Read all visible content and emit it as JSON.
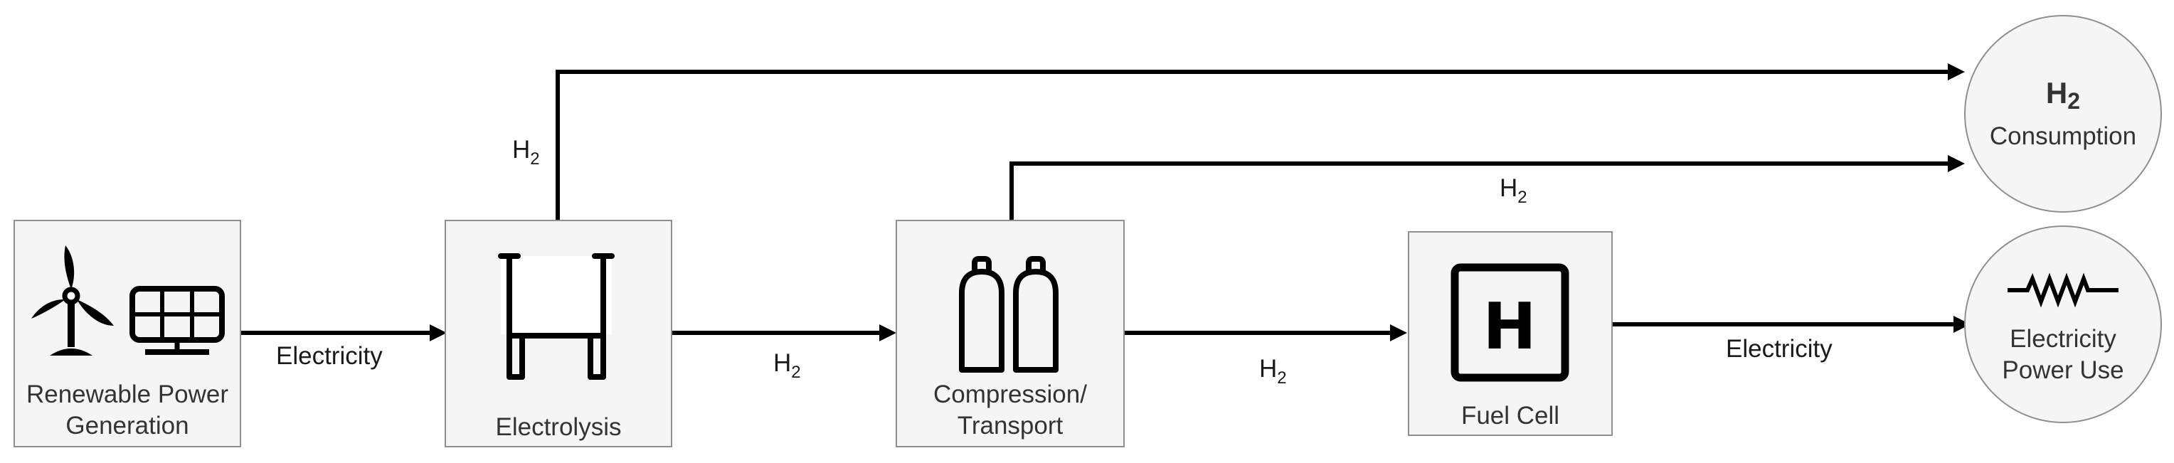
{
  "nodes": {
    "renewable": {
      "label_line1": "Renewable Power",
      "label_line2": "Generation",
      "icon": "wind-turbine-and-solar-panel"
    },
    "electrolysis": {
      "label": "Electrolysis",
      "icon": "electrolyzer"
    },
    "compression": {
      "label_line1": "Compression/",
      "label_line2": "Transport",
      "icon": "gas-cylinders"
    },
    "fuel_cell": {
      "label": "Fuel Cell",
      "icon": "fuel-cell-h",
      "icon_letter": "H"
    },
    "h2_consumption": {
      "formula_main": "H",
      "formula_sub": "2",
      "label": "Consumption"
    },
    "electricity_use": {
      "label_line1": "Electricity",
      "label_line2": "Power Use",
      "icon": "resistor"
    }
  },
  "edges": [
    {
      "id": "renewable-to-electrolysis",
      "label": "Electricity"
    },
    {
      "id": "electrolysis-to-compression",
      "label_main": "H",
      "label_sub": "2"
    },
    {
      "id": "compression-to-fuelcell",
      "label_main": "H",
      "label_sub": "2"
    },
    {
      "id": "fuelcell-to-electricity-use",
      "label": "Electricity"
    },
    {
      "id": "electrolysis-to-consumption",
      "label_main": "H",
      "label_sub": "2"
    },
    {
      "id": "compression-to-consumption",
      "label_main": "H",
      "label_sub": "2"
    }
  ]
}
